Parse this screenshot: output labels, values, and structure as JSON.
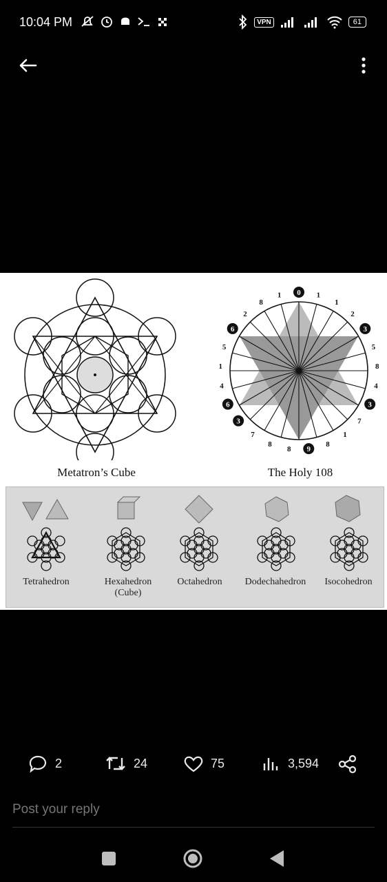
{
  "status_bar": {
    "time": "10:04 PM",
    "vpn": "VPN",
    "battery": "61"
  },
  "image": {
    "metatron_caption": "Metatron’s Cube",
    "holy_caption": "The Holy 108",
    "holy_numbers": [
      "0",
      "1",
      "1",
      "2",
      "3",
      "5",
      "8",
      "4",
      "3",
      "7",
      "1",
      "8",
      "9",
      "8",
      "8",
      "7",
      "3",
      "6",
      "4",
      "1",
      "5",
      "6",
      "2",
      "8",
      "1"
    ],
    "solids": [
      {
        "label": "Tetrahedron"
      },
      {
        "label": "Hexahedron",
        "sub": "(Cube)"
      },
      {
        "label": "Octahedron"
      },
      {
        "label": "Dodechahedron"
      },
      {
        "label": "Isocohedron"
      }
    ]
  },
  "actions": {
    "replies": "2",
    "reposts": "24",
    "likes": "75",
    "views": "3,594"
  },
  "reply": {
    "placeholder": "Post your reply"
  }
}
